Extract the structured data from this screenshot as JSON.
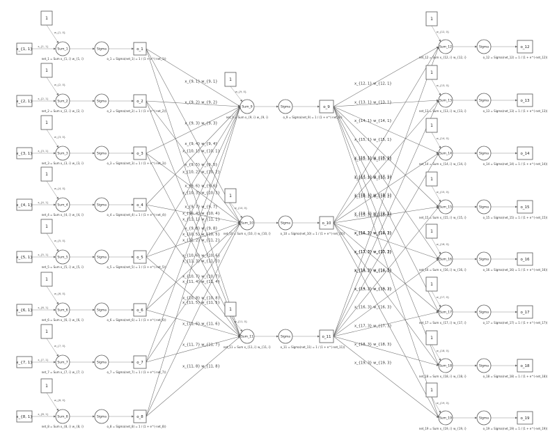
{
  "inputs": [
    "x_{1, 1}",
    "x_{2, 1}",
    "x_{3, 1}",
    "x_{4, 1}",
    "x_{5, 1}",
    "x_{6, 1}",
    "x_{7, 1}",
    "x_{8, 1}"
  ],
  "one_label": "1",
  "sigma_label": "Sigma",
  "left_units": [
    {
      "sum": "Sum_1",
      "out": "o_1",
      "net_cap": "net_1 = Sum x_{1, i} w_{1, i}",
      "o_cap": "o_1 = Sigma(net_1) = 1 / (1 + e^(-net_1))"
    },
    {
      "sum": "Sum_2",
      "out": "o_2",
      "net_cap": "net_2 = Sum x_{2, i} w_{2, i}",
      "o_cap": "o_2 = Sigma(net_2) = 1 / (1 + e^(-net_2))"
    },
    {
      "sum": "Sum_3",
      "out": "o_3",
      "net_cap": "net_3 = Sum x_{3, i} w_{3, i}",
      "o_cap": "o_3 = Sigma(net_3) = 1 / (1 + e^(-net_3))"
    },
    {
      "sum": "Sum_4",
      "out": "o_4",
      "net_cap": "net_4 = Sum x_{4, i} w_{4, i}",
      "o_cap": "o_4 = Sigma(net_4) = 1 / (1 + e^(-net_4))"
    },
    {
      "sum": "Sum_5",
      "out": "o_5",
      "net_cap": "net_5 = Sum x_{5, i} w_{5, i}",
      "o_cap": "o_5 = Sigma(net_5) = 1 / (1 + e^(-net_5))"
    },
    {
      "sum": "Sum_6",
      "out": "o_6",
      "net_cap": "net_6 = Sum x_{6, i} w_{6, i}",
      "o_cap": "o_6 = Sigma(net_6) = 1 / (1 + e^(-net_6))"
    },
    {
      "sum": "Sum_7",
      "out": "o_7",
      "net_cap": "net_7 = Sum x_{7, i} w_{7, i}",
      "o_cap": "o_7 = Sigma(net_7) = 1 / (1 + e^(-net_7))"
    },
    {
      "sum": "Sum_8",
      "out": "o_8",
      "net_cap": "net_8 = Sum x_{8, i} w_{8, i}",
      "o_cap": "o_8 = Sigma(net_8) = 1 / (1 + e^(-net_8))"
    }
  ],
  "hidden_units": [
    {
      "sum": "Sum_9",
      "out": "o_9",
      "net_cap": "net_9 = Sum x_{9, i} w_{9, i}",
      "o_cap": "o_9 = Sigma(net_9) = 1 / (1 + e^(-net_9))"
    },
    {
      "sum": "Sum_10",
      "out": "o_10",
      "net_cap": "net_10 = Sum x_{10, i} w_{10, i}",
      "o_cap": "o_10 = Sigma(net_10) = 1 / (1 + e^(-net_10))"
    },
    {
      "sum": "Sum_11",
      "out": "o_11",
      "net_cap": "net_11 = Sum x_{11, i} w_{11, i}",
      "o_cap": "o_11 = Sigma(net_11) = 1 / (1 + e^(-net_11))"
    }
  ],
  "right_units": [
    {
      "sum": "Sum_12",
      "out": "o_12",
      "net_cap": "net_12 = Sum x_{12, i} w_{12, i}",
      "o_cap": "o_12 = Sigma(net_12) = 1 / (1 + e^(-net_12))"
    },
    {
      "sum": "Sum_13",
      "out": "o_13",
      "net_cap": "net_13 = Sum x_{13, i} w_{13, i}",
      "o_cap": "o_13 = Sigma(net_13) = 1 / (1 + e^(-net_13))"
    },
    {
      "sum": "Sum_14",
      "out": "o_14",
      "net_cap": "net_14 = Sum x_{14, i} w_{14, i}",
      "o_cap": "o_14 = Sigma(net_14) = 1 / (1 + e^(-net_14))"
    },
    {
      "sum": "Sum_15",
      "out": "o_15",
      "net_cap": "net_15 = Sum x_{15, i} w_{15, i}",
      "o_cap": "o_15 = Sigma(net_15) = 1 / (1 + e^(-net_15))"
    },
    {
      "sum": "Sum_16",
      "out": "o_16",
      "net_cap": "net_16 = Sum x_{16, i} w_{16, i}",
      "o_cap": "o_16 = Sigma(net_16) = 1 / (1 + e^(-net_16))"
    },
    {
      "sum": "Sum_17",
      "out": "o_17",
      "net_cap": "net_17 = Sum x_{17, i} w_{17, i}",
      "o_cap": "o_17 = Sigma(net_17) = 1 / (1 + e^(-net_17))"
    },
    {
      "sum": "Sum_18",
      "out": "o_18",
      "net_cap": "net_18 = Sum x_{18, i} w_{18, i}",
      "o_cap": "o_18 = Sigma(net_18) = 1 / (1 + e^(-net_18))"
    },
    {
      "sum": "Sum_19",
      "out": "o_19",
      "net_cap": "net_19 = Sum x_{19, i} w_{19, i}",
      "o_cap": "o_19 = Sigma(net_19) = 1 / (1 + e^(-net_19))"
    }
  ],
  "hidden_weight_labels": [
    [
      "x_{9, 1} w_{9, 1}",
      "x_{9, 2} w_{9, 2}",
      "x_{9, 3} w_{9, 3}",
      "x_{9, 4} w_{9, 4}",
      "x_{9, 5} w_{9, 5}",
      "x_{9, 6} w_{9, 6}",
      "x_{9, 7} w_{9, 7}",
      "x_{9, 8} w_{9, 8}"
    ],
    [
      "x_{10, 1} w_{10, 1}",
      "x_{10, 2} w_{10, 2}",
      "x_{10, 3} w_{10, 3}",
      "x_{10, 4} w_{10, 4}",
      "x_{10, 5} w_{10, 5}",
      "x_{10, 6} w_{10, 6}",
      "x_{10, 7} w_{10, 7}",
      "x_{10, 8} w_{10, 8}"
    ],
    [
      "x_{11, 1} w_{11, 1}",
      "x_{11, 2} w_{11, 2}",
      "x_{11, 3} w_{11, 3}",
      "x_{11, 4} w_{11, 4}",
      "x_{11, 5} w_{11, 5}",
      "x_{11, 6} w_{11, 6}",
      "x_{11, 7} w_{11, 7}",
      "x_{11, 8} w_{11, 8}"
    ]
  ],
  "right_weight_labels": [
    [
      "x_{12, 1} w_{12, 1}",
      "x_{12, 2} w_{12, 2}",
      "x_{12, 3} w_{12, 3}"
    ],
    [
      "x_{13, 1} w_{13, 1}",
      "x_{13, 2} w_{13, 2}",
      "x_{13, 3} w_{13, 3}"
    ],
    [
      "x_{14, 1} w_{14, 1}",
      "x_{14, 2} w_{14, 2}",
      "x_{14, 3} w_{14, 3}"
    ],
    [
      "x_{15, 1} w_{15, 1}",
      "x_{15, 2} w_{15, 2}",
      "x_{15, 3} w_{15, 3}"
    ],
    [
      "x_{16, 1} w_{16, 1}",
      "x_{16, 2} w_{16, 2}",
      "x_{16, 3} w_{16, 3}"
    ],
    [
      "x_{17, 1} w_{17, 1}",
      "x_{17, 2} w_{17, 2}",
      "x_{17, 3} w_{17, 3}"
    ],
    [
      "x_{18, 1} w_{18, 1}",
      "x_{18, 2} w_{18, 2}",
      "x_{18, 3} w_{18, 3}"
    ],
    [
      "x_{19, 1} w_{19, 1}",
      "x_{19, 2} w_{19, 2}",
      "x_{19, 3} w_{19, 3}"
    ]
  ],
  "bias_edge_labels": {
    "left": [
      "w_{1, 0}",
      "w_{2, 0}",
      "w_{3, 0}",
      "w_{4, 0}",
      "w_{5, 0}",
      "w_{6, 0}",
      "w_{7, 0}",
      "w_{8, 0}"
    ],
    "hidden": [
      "w_{9, 0}",
      "w_{10, 0}",
      "w_{11, 0}"
    ],
    "right": [
      "w_{12, 0}",
      "w_{13, 0}",
      "w_{14, 0}",
      "w_{15, 0}",
      "w_{16, 0}",
      "w_{17, 0}",
      "w_{18, 0}",
      "w_{19, 0}"
    ]
  },
  "input_edge_labels": [
    "x_{1, 1}",
    "x_{2, 1}",
    "x_{3, 1}",
    "x_{4, 1}",
    "x_{5, 1}",
    "x_{6, 1}",
    "x_{7, 1}",
    "x_{8, 1}"
  ]
}
